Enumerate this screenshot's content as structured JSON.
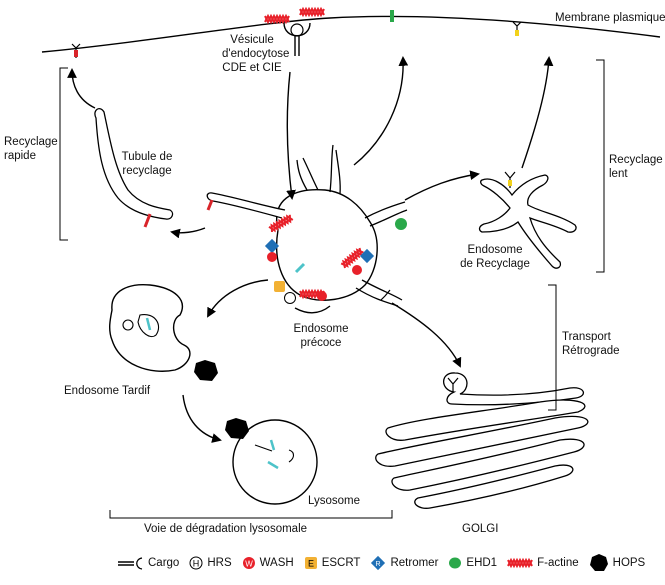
{
  "labels": {
    "membrane": "Membrane plasmique",
    "vesicle": [
      "Vésicule",
      "d'endocytose",
      "CDE et CIE"
    ],
    "fast_recycling": [
      "Recyclage",
      "rapide"
    ],
    "recycling_tubule": [
      "Tubule de",
      "recyclage"
    ],
    "slow_recycling": [
      "Recyclage",
      "lent"
    ],
    "recycling_endosome": [
      "Endosome",
      "de Recyclage"
    ],
    "early_endosome": [
      "Endosome",
      "précoce"
    ],
    "late_endosome": "Endosome Tardif",
    "retrograde": [
      "Transport",
      "Rétrograde"
    ],
    "lysosome": "Lysosome",
    "golgi": "GOLGI",
    "degradation": "Voie de dégradation lysosomale"
  },
  "legend": [
    {
      "icon": "cargo",
      "label": "Cargo"
    },
    {
      "icon": "hrs",
      "label": "HRS",
      "letter": "H"
    },
    {
      "icon": "wash",
      "label": "WASH",
      "letter": "W"
    },
    {
      "icon": "escrt",
      "label": "ESCRT",
      "letter": "E"
    },
    {
      "icon": "retromer",
      "label": "Retromer",
      "letter": "R"
    },
    {
      "icon": "ehd1",
      "label": "EHD1"
    },
    {
      "icon": "f-actin",
      "label": "F-actine"
    },
    {
      "icon": "hops",
      "label": "HOPS"
    }
  ],
  "colors": {
    "wash": "#e8212a",
    "escrt": "#f2b134",
    "retromer": "#1f6fb5",
    "ehd1": "#2aa84a",
    "cargo_teal": "#4dc3c9",
    "cargo_yellow": "#f2d21b",
    "cargo_red": "#d9242a",
    "hops": "#000000"
  }
}
